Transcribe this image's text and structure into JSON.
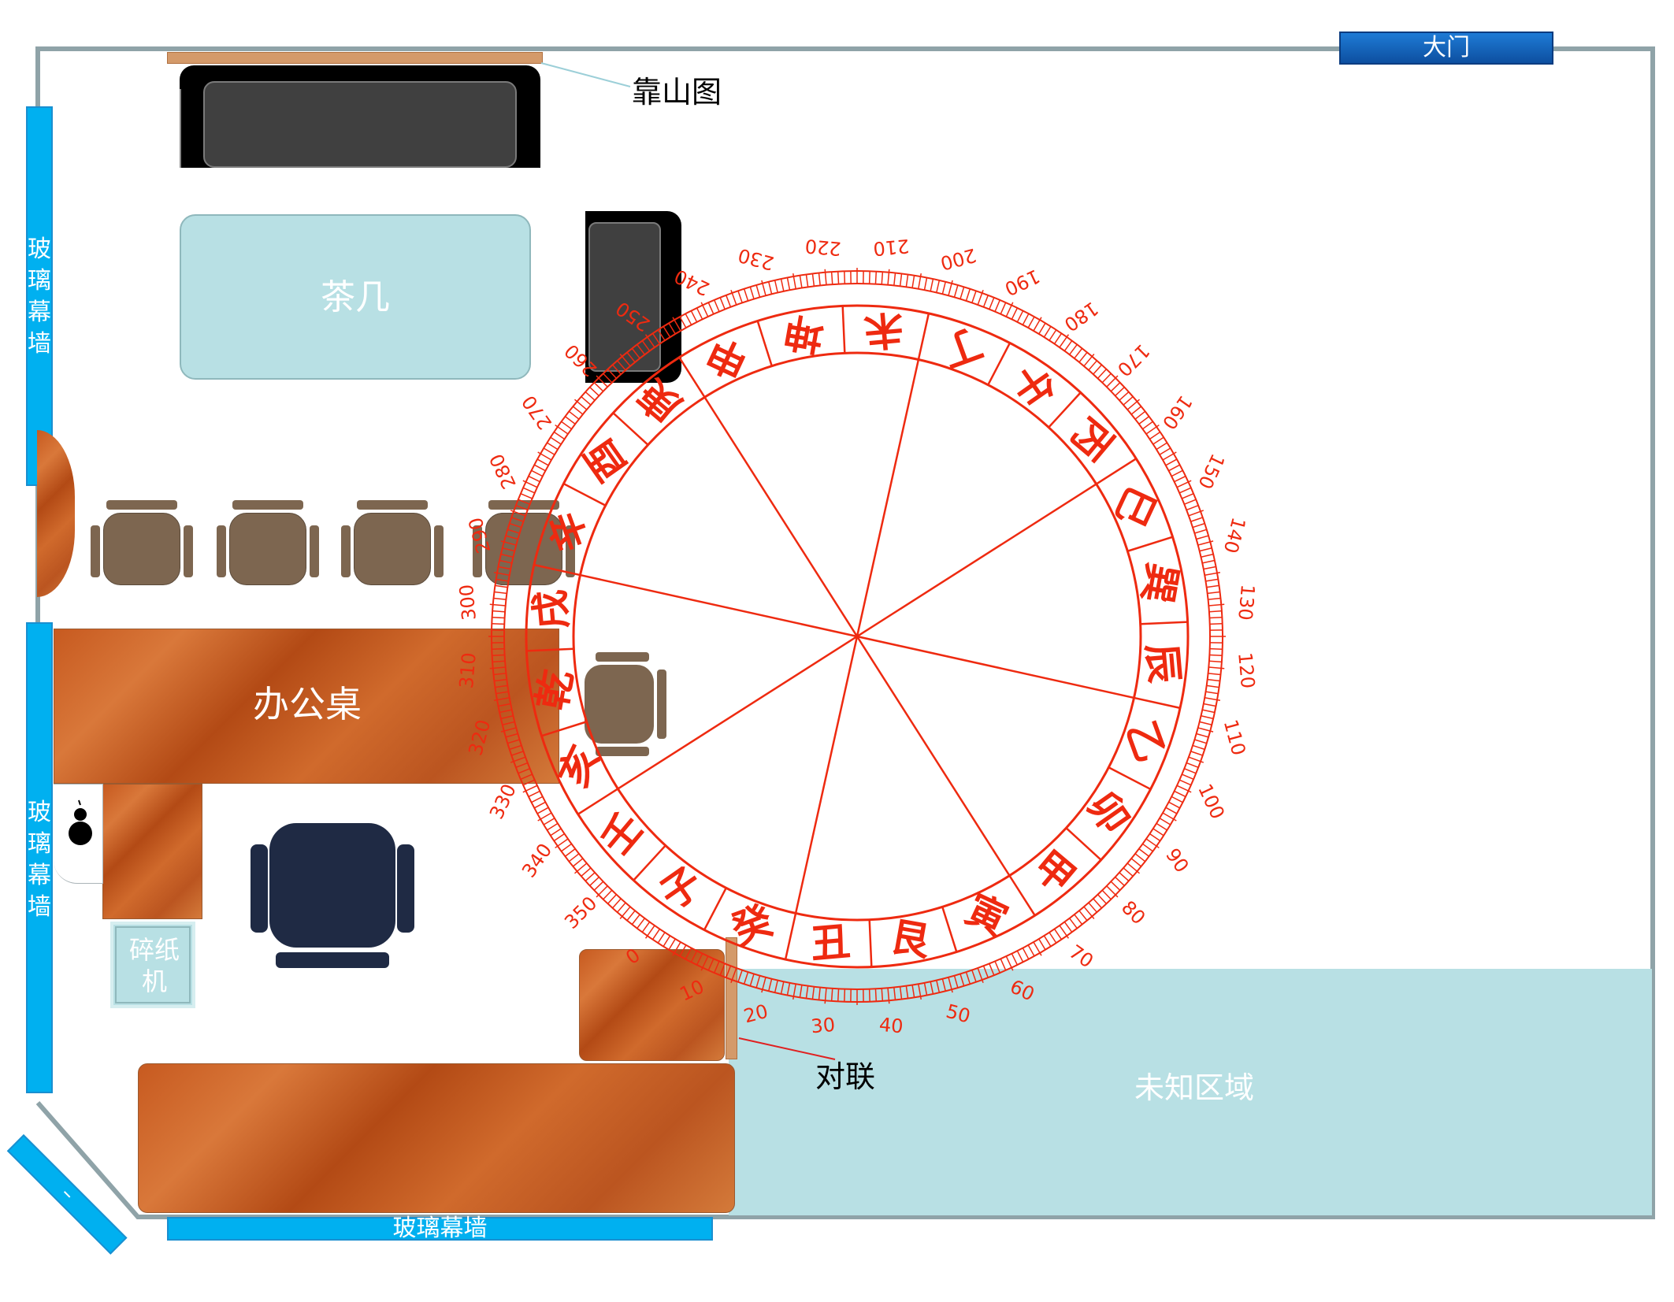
{
  "labels": {
    "main_door": "大门",
    "mountain_painting": "靠山图",
    "tea_table": "茶几",
    "glass_wall_top": "玻璃幕墙",
    "glass_wall_mid": "玻璃幕墙",
    "glass_wall_bottom": "玻璃幕墙",
    "office_desk": "办公桌",
    "shredder": "碎纸机",
    "couplet": "对联",
    "unknown_area": "未知区域"
  },
  "compass": {
    "color": "#ee2a10",
    "mountains": [
      "子",
      "癸",
      "丑",
      "艮",
      "寅",
      "甲",
      "卯",
      "乙",
      "辰",
      "巽",
      "巳",
      "丙",
      "午",
      "丁",
      "未",
      "坤",
      "申",
      "庚",
      "酉",
      "辛",
      "戌",
      "乾",
      "亥",
      "壬"
    ],
    "degree_labels": [
      "0",
      "10",
      "20",
      "30",
      "40",
      "50",
      "60",
      "70",
      "80",
      "90",
      "100",
      "110",
      "120",
      "130",
      "140",
      "150",
      "160",
      "170",
      "180",
      "190",
      "200",
      "210",
      "220",
      "230",
      "240",
      "250",
      "260",
      "270",
      "280",
      "290",
      "300",
      "310",
      "320",
      "330",
      "340",
      "350"
    ]
  },
  "colors": {
    "wall": "#8fa3a8",
    "glass": "#00b0f0",
    "light_cyan": "#b8e0e4",
    "door": "#1565c0",
    "sofa": "#3f3f3f",
    "chair": "#7d6650",
    "boss_chair": "#1f2a44",
    "wood": "#c8622a"
  }
}
